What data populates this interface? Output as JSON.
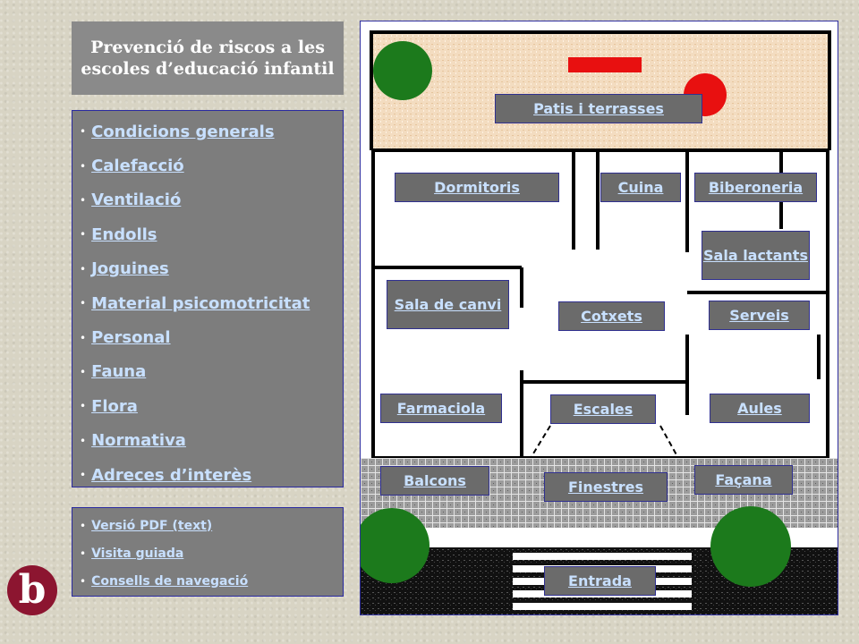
{
  "header": {
    "title": "Prevenció de riscos a les escoles d’educació infantil"
  },
  "menu": {
    "items": [
      "Condicions generals",
      "Calefacció",
      "Ventilació",
      "Endolls",
      "Joguines",
      "Material psicomotricitat",
      "Personal",
      "Fauna",
      "Flora",
      "Normativa",
      "Adreces d’interès"
    ]
  },
  "extra": {
    "items": [
      "Versió PDF (text)",
      "Visita guiada",
      "Consells de navegació"
    ]
  },
  "logo": {
    "letter": "b"
  },
  "plan": {
    "rooms": {
      "patis": "Patis i terrasses",
      "dormitoris": "Dormitoris",
      "cuina": "Cuina",
      "biberoneria": "Biberoneria",
      "sala_lactants": "Sala lactants",
      "sala_canvi": "Sala de canvi",
      "cotxets": "Cotxets",
      "serveis": "Serveis",
      "farmaciola": "Farmaciola",
      "escales": "Escales",
      "aules": "Aules",
      "balcons": "Balcons",
      "finestres": "Finestres",
      "facana": "Façana",
      "entrada": "Entrada"
    }
  },
  "colors": {
    "panel": "#7d7d7d",
    "link": "#c8e0ff",
    "logo": "#8c1530",
    "tree": "#1c7a1c",
    "patio": "#f3dcc0",
    "red": "#e81010"
  }
}
